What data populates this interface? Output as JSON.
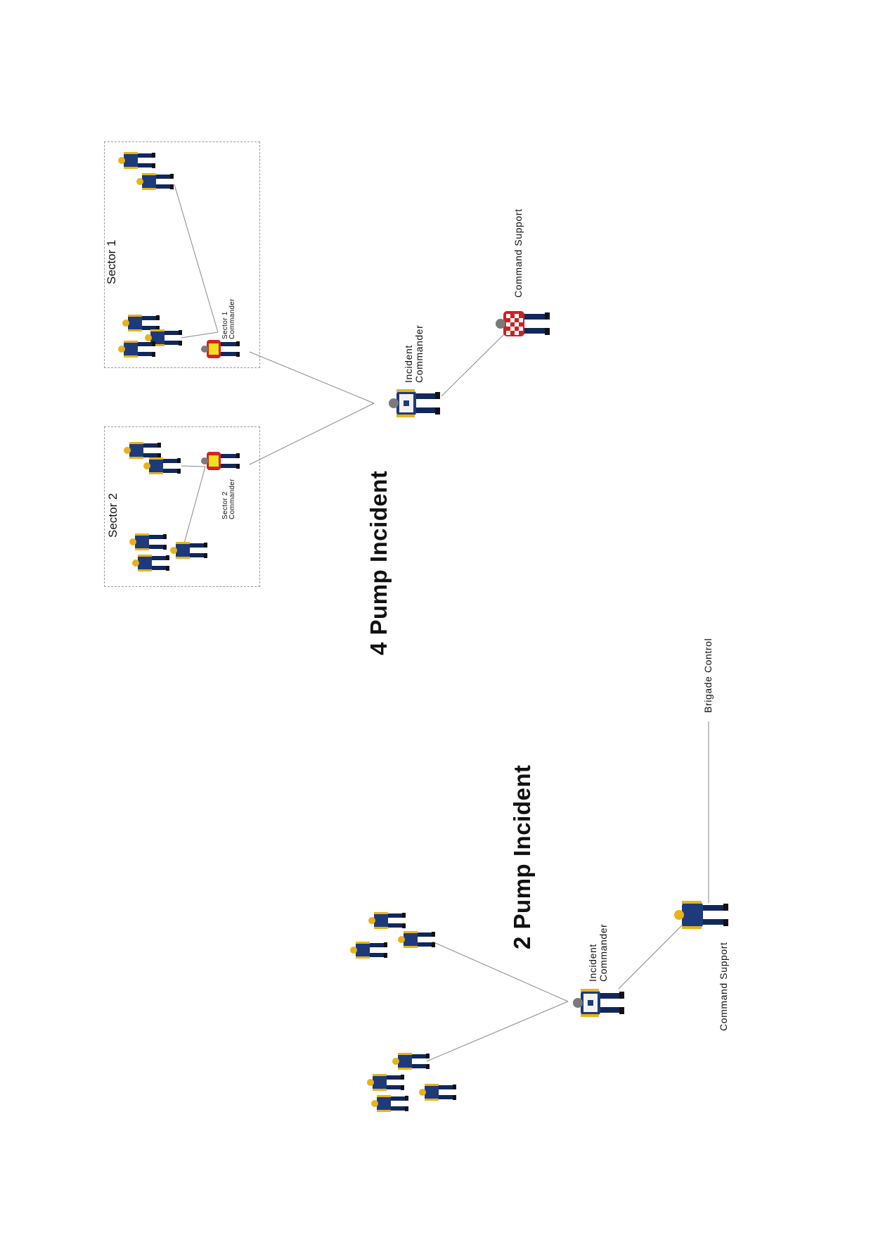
{
  "four_pump": {
    "title": "4 Pump Incident",
    "sector1": {
      "name": "Sector 1",
      "commander_line1": "Sector 1",
      "commander_line2": "Commander"
    },
    "sector2": {
      "name": "Sector 2",
      "commander_line1": "Sector 2",
      "commander_line2": "Commander"
    },
    "incident_commander_line1": "Incident",
    "incident_commander_line2": "Commander",
    "command_support": "Command Support"
  },
  "two_pump": {
    "title": "2 Pump Incident",
    "incident_commander_line1": "Incident",
    "incident_commander_line2": "Commander",
    "command_support": "Command Support",
    "brigade_control": "Brigade Control"
  },
  "colors": {
    "uniform": "#1d3a7a",
    "uniform_dark": "#12275a",
    "helmet_yellow": "#e8b21a",
    "helmet_grey": "#7a7a7a",
    "commander_vest": "#f2f2f2",
    "sector_vest_yellow": "#f4e01c",
    "sector_vest_red": "#d42323",
    "support_check": "#cc2222",
    "line": "#888888"
  }
}
